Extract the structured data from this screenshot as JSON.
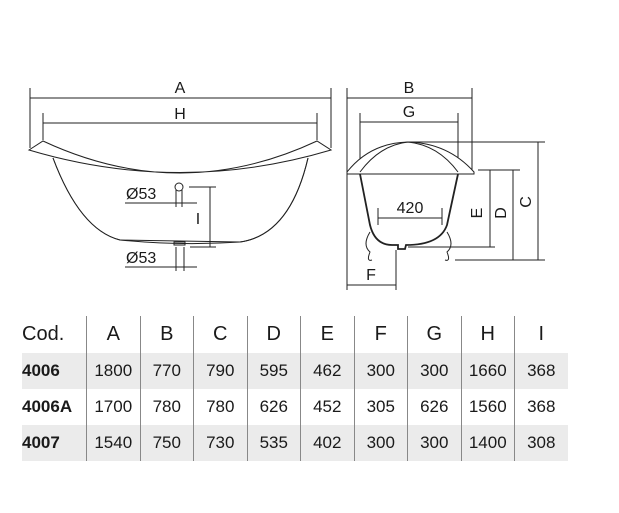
{
  "drawing": {
    "side_labels": {
      "A": "A",
      "H": "H",
      "I": "I",
      "diam_top": "Ø53",
      "diam_bottom": "Ø53"
    },
    "end_labels": {
      "B": "B",
      "G": "G",
      "C": "C",
      "D": "D",
      "E": "E",
      "F": "F",
      "width": "420"
    }
  },
  "table": {
    "headers": [
      "Cod.",
      "A",
      "B",
      "C",
      "D",
      "E",
      "F",
      "G",
      "H",
      "I"
    ],
    "rows": [
      [
        "4006",
        "1800",
        "770",
        "790",
        "595",
        "462",
        "300",
        "300",
        "1660",
        "368"
      ],
      [
        "4006A",
        "1700",
        "780",
        "780",
        "626",
        "452",
        "305",
        "626",
        "1560",
        "368"
      ],
      [
        "4007",
        "1540",
        "750",
        "730",
        "535",
        "402",
        "300",
        "300",
        "1400",
        "308"
      ]
    ]
  }
}
